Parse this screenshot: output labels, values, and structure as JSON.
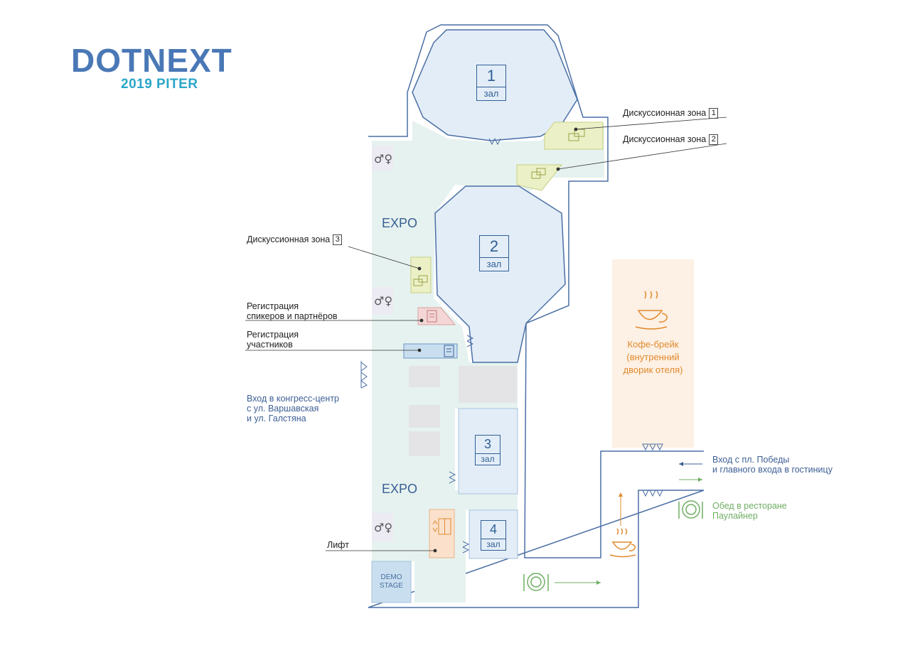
{
  "logo": {
    "title": "DOTNEXT",
    "subtitle": "2019 PITER"
  },
  "halls": [
    {
      "number": "1",
      "label": "зал"
    },
    {
      "number": "2",
      "label": "зал"
    },
    {
      "number": "3",
      "label": "зал"
    },
    {
      "number": "4",
      "label": "зал"
    }
  ],
  "zones": {
    "expo": "EXPO",
    "discussion_label": "Дискуссионная зона",
    "discussion_1": "1",
    "discussion_2": "2",
    "discussion_3": "3"
  },
  "registration": {
    "speakers_line1": "Регистрация",
    "speakers_line2": "спикеров и партнёров",
    "participants_line1": "Регистрация",
    "participants_line2": "участников"
  },
  "entrances": {
    "congress_line1": "Вход в конгресс-центр",
    "congress_line2": "с ул. Варшавская",
    "congress_line3": "и ул. Галстяна",
    "main_line1": "Вход с пл. Победы",
    "main_line2": "и главного входа в гостиницу"
  },
  "coffee": {
    "line1": "Кофе-брейк",
    "line2": "(внутренний",
    "line3": "дворик отеля)"
  },
  "lunch": {
    "line1": "Обед в ресторане",
    "line2": "Паулайнер"
  },
  "lift": "Лифт",
  "demo_stage": {
    "line1": "DEMO",
    "line2": "STAGE"
  },
  "colors": {
    "wall": "#4a6fa5",
    "hall_fill": "#e3edf7",
    "expo_fill": "#e6f2ef",
    "discussion_fill": "#ecf0c6",
    "coffee_fill": "#fdf0e4",
    "coffee_accent": "#e08a2e",
    "speaker_reg_fill": "#f4d6d6",
    "participant_reg_fill": "#c9dff0",
    "lift_fill": "#fbe1cc",
    "room_gray": "#e4e4e6",
    "wc_fill": "#ecebf4",
    "lunch_green": "#6fae63"
  }
}
